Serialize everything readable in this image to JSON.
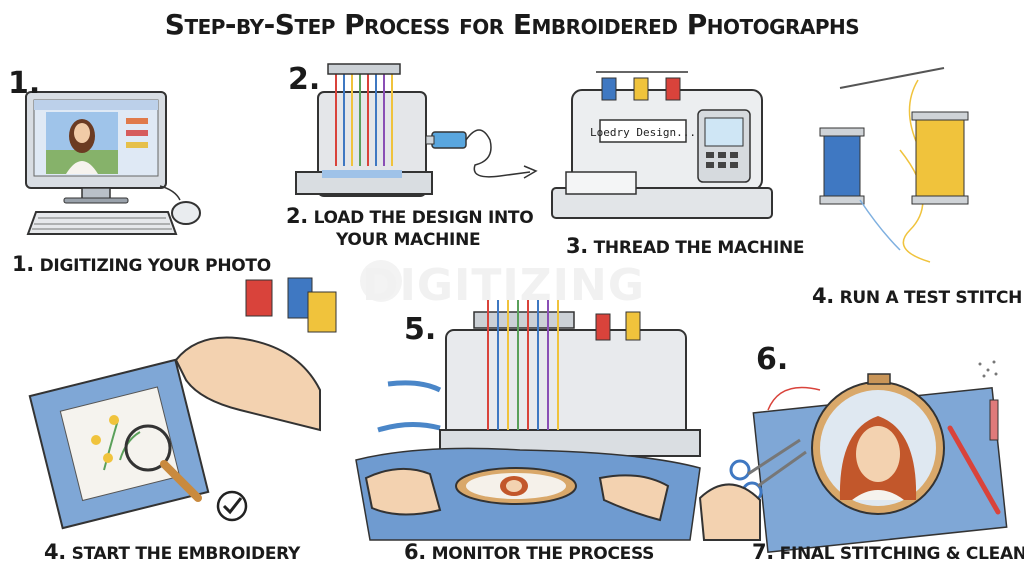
{
  "title": "Step-by-Step Process for Embroidered Photographs",
  "watermark": "DIGITIZING",
  "screen_text": "Loedry Design...",
  "steps": [
    {
      "number": "1.",
      "caption_num": "1.",
      "caption": "Digitizing your photo"
    },
    {
      "number": "2.",
      "caption_num": "2.",
      "caption_line1": "Load the design into",
      "caption_line2": "your machine"
    },
    {
      "caption_num": "3.",
      "caption": "Thread the machine"
    },
    {
      "caption_num": "4.",
      "caption": "Run a test stitch"
    },
    {
      "caption_num": "4.",
      "caption": "Start the embroidery"
    },
    {
      "number": "5.",
      "caption_num": "6.",
      "caption": "Monitor the process"
    },
    {
      "number": "6.",
      "caption_num": "7.",
      "caption": "Final stitching & clean-up"
    }
  ],
  "colors": {
    "fabric_blue": "#7fa7d6",
    "thread_red": "#d9433b",
    "thread_blue": "#3f78c2",
    "thread_yellow": "#f0c33c",
    "hoop_wood": "#d9a86a",
    "skin": "#f3d2b0",
    "hair": "#c2572b"
  }
}
